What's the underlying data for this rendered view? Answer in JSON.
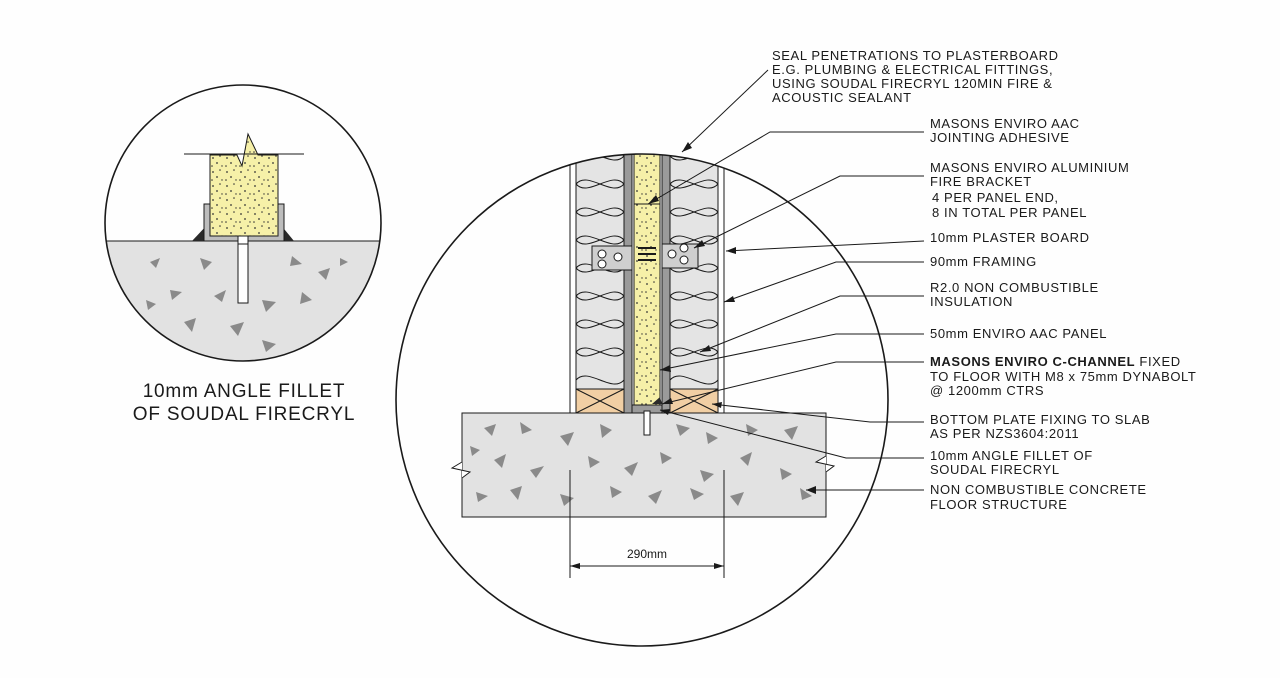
{
  "inset": {
    "caption_line1": "10mm ANGLE FILLET",
    "caption_line2": "OF SOUDAL FIRECRYL"
  },
  "dimension": {
    "width_label": "290mm"
  },
  "callouts": [
    {
      "id": "seal",
      "lines": [
        "SEAL PENETRATIONS TO PLASTERBOARD",
        "E.G. PLUMBING & ELECTRICAL FITTINGS,",
        "USING SOUDAL FIRECRYL 120MIN FIRE &",
        "ACOUSTIC SEALANT"
      ]
    },
    {
      "id": "adhesive",
      "lines": [
        "MASONS ENVIRO AAC",
        "JOINTING ADHESIVE"
      ]
    },
    {
      "id": "bracket",
      "lines": [
        "MASONS ENVIRO ALUMINIUM",
        "FIRE BRACKET",
        "4 PER PANEL END,",
        "8 IN TOTAL PER PANEL"
      ]
    },
    {
      "id": "plasterboard",
      "lines": [
        "10mm PLASTER BOARD"
      ]
    },
    {
      "id": "framing",
      "lines": [
        "90mm FRAMING"
      ]
    },
    {
      "id": "insulation",
      "lines": [
        "R2.0 NON COMBUSTIBLE",
        "INSULATION"
      ]
    },
    {
      "id": "panel",
      "lines": [
        "50mm ENVIRO AAC PANEL"
      ]
    },
    {
      "id": "cchannel",
      "bold_prefix": "MASONS ENVIRO C-CHANNEL",
      "lines": [
        " FIXED",
        "TO FLOOR WITH M8 x 75mm DYNABOLT",
        "@ 1200mm CTRS"
      ]
    },
    {
      "id": "bottomplate",
      "lines": [
        "BOTTOM PLATE FIXING TO SLAB",
        "AS PER NZS3604:2011"
      ]
    },
    {
      "id": "fillet",
      "lines": [
        "10mm ANGLE FILLET OF",
        "SOUDAL FIRECRYL"
      ]
    },
    {
      "id": "floor",
      "lines": [
        "NON COMBUSTIBLE CONCRETE",
        "FLOOR STRUCTURE"
      ]
    }
  ],
  "colors": {
    "concrete": "#e2e2e2",
    "aac_panel": "#f6f0a8",
    "insulation": "#e4e4e4",
    "timber": "#f1cfa4",
    "steel": "#9a9a9a",
    "line": "#1a1a1a"
  }
}
